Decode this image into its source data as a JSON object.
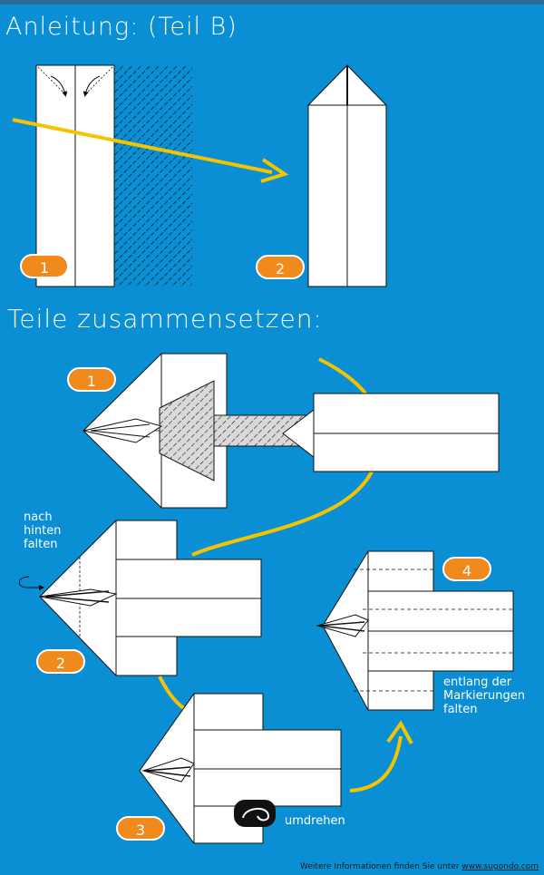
{
  "titles": {
    "part_b": "Anleitung: (Teil B)",
    "assemble": "Teile zusammensetzen:"
  },
  "badges": {
    "b1": "1",
    "b2": "2",
    "a1": "1",
    "a2": "2",
    "a3": "3",
    "a4": "4"
  },
  "notes": {
    "fold_back": [
      "nach",
      "hinten",
      "falten"
    ],
    "flip": "umdrehen",
    "along_marks": [
      "entlang der",
      "Markierungen",
      "falten"
    ]
  },
  "footer": {
    "text": "Weitere Informationen finden Sie unter ",
    "url": "www.sugondo.com"
  },
  "colors": {
    "background": "#0b8fd4",
    "paper": "#ffffff",
    "badge": "#f08a1c",
    "arrow": "#f5c400"
  }
}
